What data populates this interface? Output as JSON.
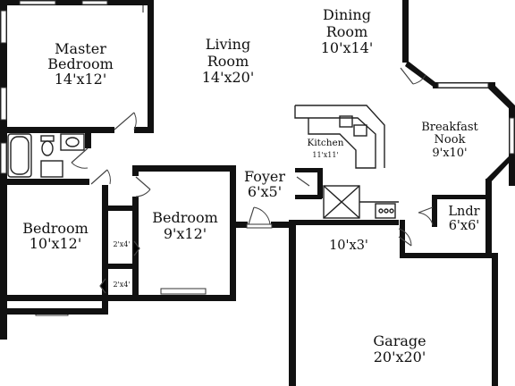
{
  "rooms": {
    "master_bedroom": {
      "name_line1": "Master",
      "name_line2": "Bedroom",
      "size": "14'x12'"
    },
    "living_room": {
      "name_line1": "Living",
      "name_line2": "Room",
      "size": "14'x20'"
    },
    "dining_room": {
      "name_line1": "Dining",
      "name_line2": "Room",
      "size": "10'x14'"
    },
    "breakfast_nook": {
      "name_line1": "Breakfast",
      "name_line2": "Nook",
      "size": "9'x10'"
    },
    "kitchen": {
      "name": "Kitchen",
      "size": "11'x11'"
    },
    "foyer": {
      "name": "Foyer",
      "size": "6'x5'"
    },
    "bedroom_left": {
      "name": "Bedroom",
      "size": "10'x12'"
    },
    "bedroom_center": {
      "name": "Bedroom",
      "size": "9'x12'"
    },
    "closet_upper": {
      "size": "2'x4'"
    },
    "closet_lower": {
      "size": "2'x4'"
    },
    "laundry": {
      "name": "Lndr",
      "size": "6'x6'"
    },
    "hall": {
      "size": "10'x3'"
    },
    "garage": {
      "name": "Garage",
      "size": "20'x20'"
    }
  }
}
